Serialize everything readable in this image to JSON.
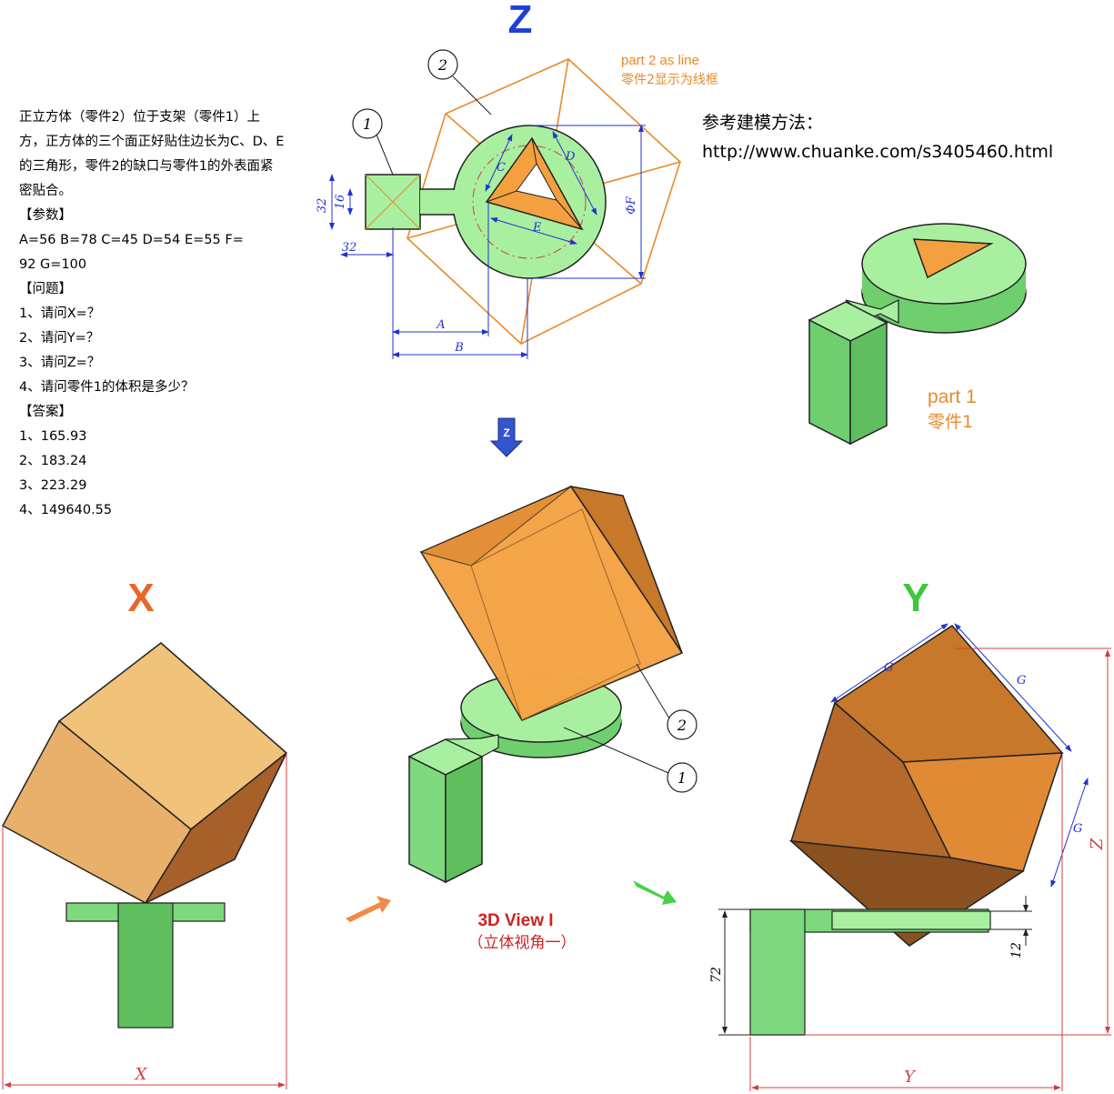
{
  "description": {
    "lines": [
      "正立方体（零件2）位于支架（零件1）上",
      "方，正方体的三个面正好贴住边长为C、D、E",
      "的三角形，零件2的缺口与零件1的外表面紧",
      "密贴合。",
      "【参数】",
      "A=56   B=78   C=45   D=54    E=55    F=",
      "92    G=100",
      "【问题】",
      "1、请问X=？",
      "2、请问Y=？",
      "3、请问Z=？",
      "4、请问零件1的体积是多少？",
      "【答案】",
      "1、165.93",
      "2、183.24",
      "3、223.29",
      "4、149640.55"
    ]
  },
  "reference": {
    "label": "参考建模方法：",
    "url": "http://www.chuanke.com/s3405460.html"
  },
  "views": {
    "z_title": "Z",
    "x_title": "X",
    "y_title": "Y",
    "part2_line_en": "part 2 as line",
    "part2_line_cn": "零件2显示为线框",
    "part1_en": "part 1",
    "part1_cn": "零件1",
    "view3d_en": "3D View I",
    "view3d_cn": "（立体视角一）",
    "z_arrow": "Z"
  },
  "callouts": {
    "one": "1",
    "two": "2"
  },
  "dimensions": {
    "d32_a": "32",
    "d16": "16",
    "d32_b": "32",
    "A": "A",
    "B": "B",
    "C": "C",
    "D": "D",
    "E": "E",
    "F": "ΦF",
    "G": "G",
    "X": "X",
    "Y": "Y",
    "Z": "Z",
    "d72": "72",
    "d12": "12"
  },
  "colors": {
    "title_z": "#1f3fd6",
    "title_x": "#e8672a",
    "title_y": "#3ec63e",
    "part_green": "#a8f0a0",
    "part_green_dark": "#5fbf5f",
    "cube_orange": "#f4a040",
    "cube_orange_dark": "#a8602a",
    "cube_tan": "#f0c27a",
    "label_orange": "#e88a2a",
    "label_red": "#cc2222",
    "dim_blue": "#2233cc",
    "dim_red": "#d04040"
  }
}
